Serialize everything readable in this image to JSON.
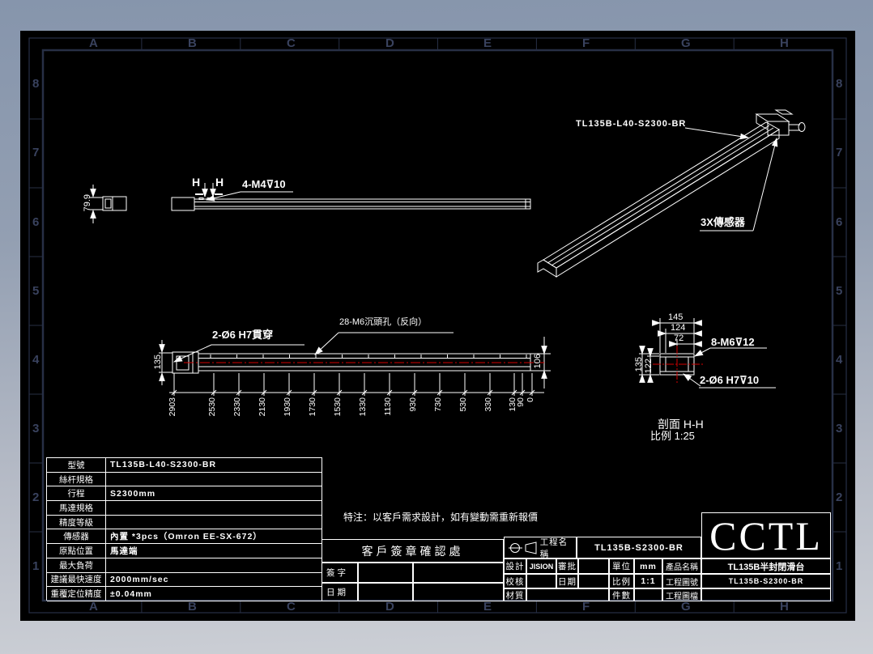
{
  "frame": {
    "columns": [
      "A",
      "B",
      "C",
      "D",
      "E",
      "F",
      "G",
      "H"
    ],
    "rows": [
      "8",
      "7",
      "6",
      "5",
      "4",
      "3",
      "2",
      "1"
    ]
  },
  "iso_view": {
    "part_label": "TL135B-L40-S2300-BR",
    "sensor_note": "3X傳感器"
  },
  "side_view": {
    "dim_height": "79.9",
    "section_label_left": "H",
    "section_label_right": "H",
    "thread_note": "4-M4⊽10"
  },
  "plan_view": {
    "dim_left": "135",
    "dim_right": "106",
    "hole_note": "2-Ø6 H7貫穿",
    "counterbore_note": "28-M6沉頭孔（反向）",
    "chain_dims": [
      "2903",
      "2530",
      "2330",
      "2130",
      "1930",
      "1730",
      "1530",
      "1330",
      "1130",
      "930",
      "730",
      "530",
      "330",
      "130",
      "90",
      "0"
    ]
  },
  "section_view": {
    "dim_145": "145",
    "dim_124": "124",
    "dim_72": "72",
    "dim_135": "135",
    "dim_122": "122",
    "thread_note": "8-M6⊽12",
    "dowel_note": "2-Ø6 H7⊽10",
    "title": "剖面 H-H",
    "scale": "比例 1:25"
  },
  "notes": {
    "custom_note": "特注：以客戶需求設計，如有變動需重新報價"
  },
  "spec_table": {
    "rows": [
      {
        "label": "型號",
        "value": "TL135B-L40-S2300-BR"
      },
      {
        "label": "絲杆規格",
        "value": ""
      },
      {
        "label": "行程",
        "value": "S2300mm"
      },
      {
        "label": "馬達規格",
        "value": ""
      },
      {
        "label": "精度等級",
        "value": ""
      },
      {
        "label": "傳感器",
        "value": "內置 *3pcs（Omron EE-SX-672）"
      },
      {
        "label": "原點位置",
        "value": "馬達端"
      },
      {
        "label": "最大負荷",
        "value": ""
      },
      {
        "label": "建議最快速度",
        "value": "2000mm/sec"
      },
      {
        "label": "重覆定位精度",
        "value": "±0.04mm"
      }
    ]
  },
  "signature_block": {
    "title": "客戶簽章確認處",
    "sign_label": "簽字",
    "date_label": "日期"
  },
  "title_block": {
    "project_name_label": "工程名稱",
    "project_name": "TL135B-S2300-BR",
    "designer_label": "設計",
    "designer": "JISION",
    "approver_label": "審批",
    "checker_label": "校核",
    "date_label": "日期",
    "material_label": "材質",
    "unit_label": "單位",
    "unit": "mm",
    "scale_label": "比例",
    "scale": "1:1",
    "qty_label": "件數",
    "product_name_label": "產品名稱",
    "product_name": "TL135B半封閉滑台",
    "drawing_no_label": "工程圖號",
    "drawing_no": "TL135B-S2300-BR",
    "drawing_file_label": "工程圖檔",
    "logo": "CCTL"
  }
}
